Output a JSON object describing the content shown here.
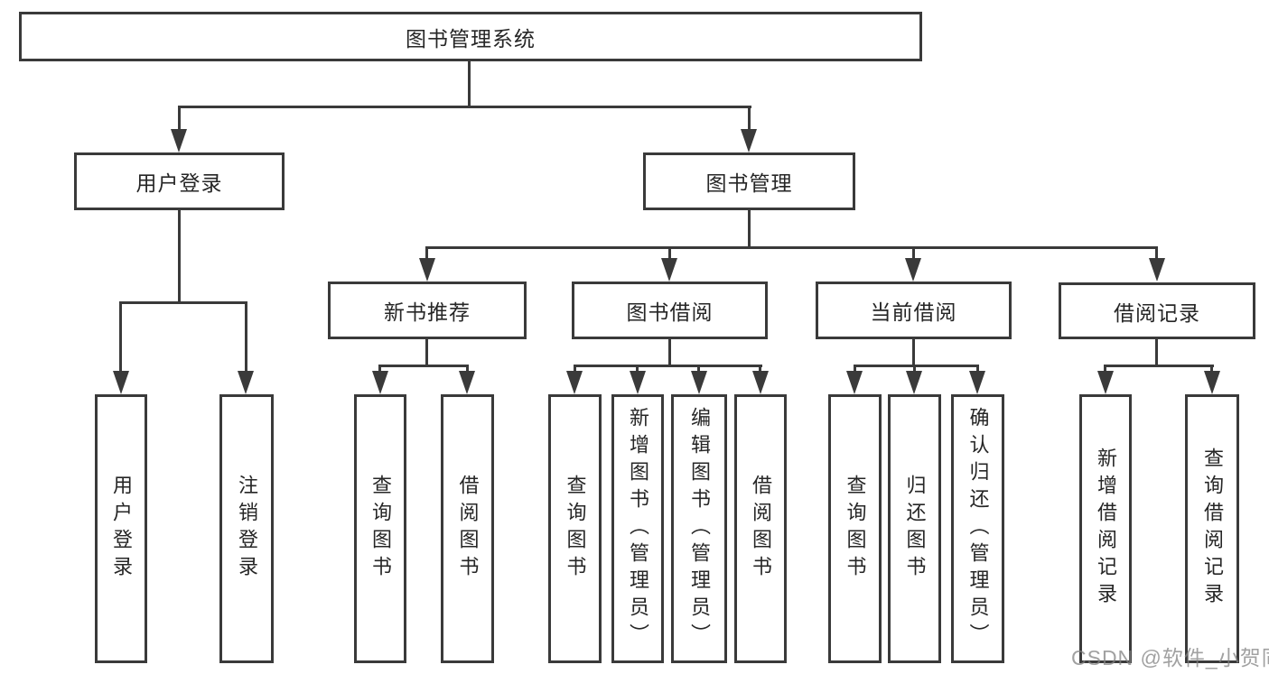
{
  "diagram_title": "图书管理系统",
  "tree": {
    "root": {
      "label": "图书管理系统",
      "children": [
        {
          "label": "用户登录",
          "children": [
            {
              "label": "用户登录"
            },
            {
              "label": "注销登录"
            }
          ]
        },
        {
          "label": "图书管理",
          "children": [
            {
              "label": "新书推荐",
              "children": [
                {
                  "label": "查询图书"
                },
                {
                  "label": "借阅图书"
                }
              ]
            },
            {
              "label": "图书借阅",
              "children": [
                {
                  "label": "查询图书"
                },
                {
                  "label": "新增图书（管理员）"
                },
                {
                  "label": "编辑图书（管理员）"
                },
                {
                  "label": "借阅图书"
                }
              ]
            },
            {
              "label": "当前借阅",
              "children": [
                {
                  "label": "查询图书"
                },
                {
                  "label": "归还图书"
                },
                {
                  "label": "确认归还（管理员）"
                }
              ]
            },
            {
              "label": "借阅记录",
              "children": [
                {
                  "label": "新增借阅记录"
                },
                {
                  "label": "查询借阅记录"
                }
              ]
            }
          ]
        }
      ]
    }
  },
  "watermark": {
    "text": "CSDN @软件_小贺同学"
  },
  "colors": {
    "line": "#3a3a3a",
    "border": "#3a3a3a",
    "text": "#262626",
    "watermark": "#828282",
    "background": "#ffffff"
  }
}
